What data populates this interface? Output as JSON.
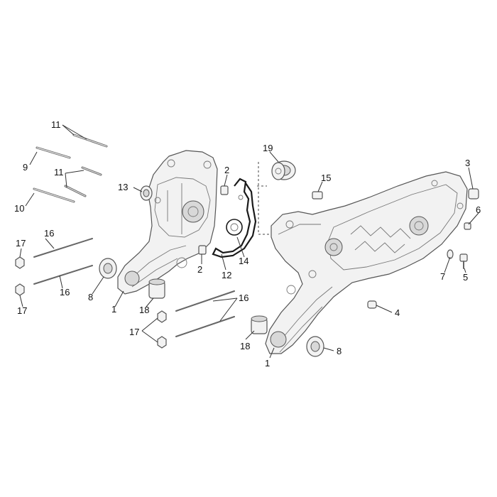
{
  "callouts": [
    {
      "id": "c11a",
      "text": "11"
    },
    {
      "id": "c9",
      "text": "9"
    },
    {
      "id": "c11b",
      "text": "11"
    },
    {
      "id": "c10",
      "text": "10"
    },
    {
      "id": "c13",
      "text": "13"
    },
    {
      "id": "c2a",
      "text": "2"
    },
    {
      "id": "c19",
      "text": "19"
    },
    {
      "id": "c15",
      "text": "15"
    },
    {
      "id": "c3",
      "text": "3"
    },
    {
      "id": "c6",
      "text": "6"
    },
    {
      "id": "c17a",
      "text": "17"
    },
    {
      "id": "c16a",
      "text": "16"
    },
    {
      "id": "c8a",
      "text": "8"
    },
    {
      "id": "c1a",
      "text": "1"
    },
    {
      "id": "c2b",
      "text": "2"
    },
    {
      "id": "c12",
      "text": "12"
    },
    {
      "id": "c14",
      "text": "14"
    },
    {
      "id": "c7",
      "text": "7"
    },
    {
      "id": "c5",
      "text": "5"
    },
    {
      "id": "c16b",
      "text": "16"
    },
    {
      "id": "c17b",
      "text": "17"
    },
    {
      "id": "c18a",
      "text": "18"
    },
    {
      "id": "c16c",
      "text": "16"
    },
    {
      "id": "c4",
      "text": "4"
    },
    {
      "id": "c17c",
      "text": "17"
    },
    {
      "id": "c18b",
      "text": "18"
    },
    {
      "id": "c8b",
      "text": "8"
    },
    {
      "id": "c1b",
      "text": "1"
    }
  ]
}
